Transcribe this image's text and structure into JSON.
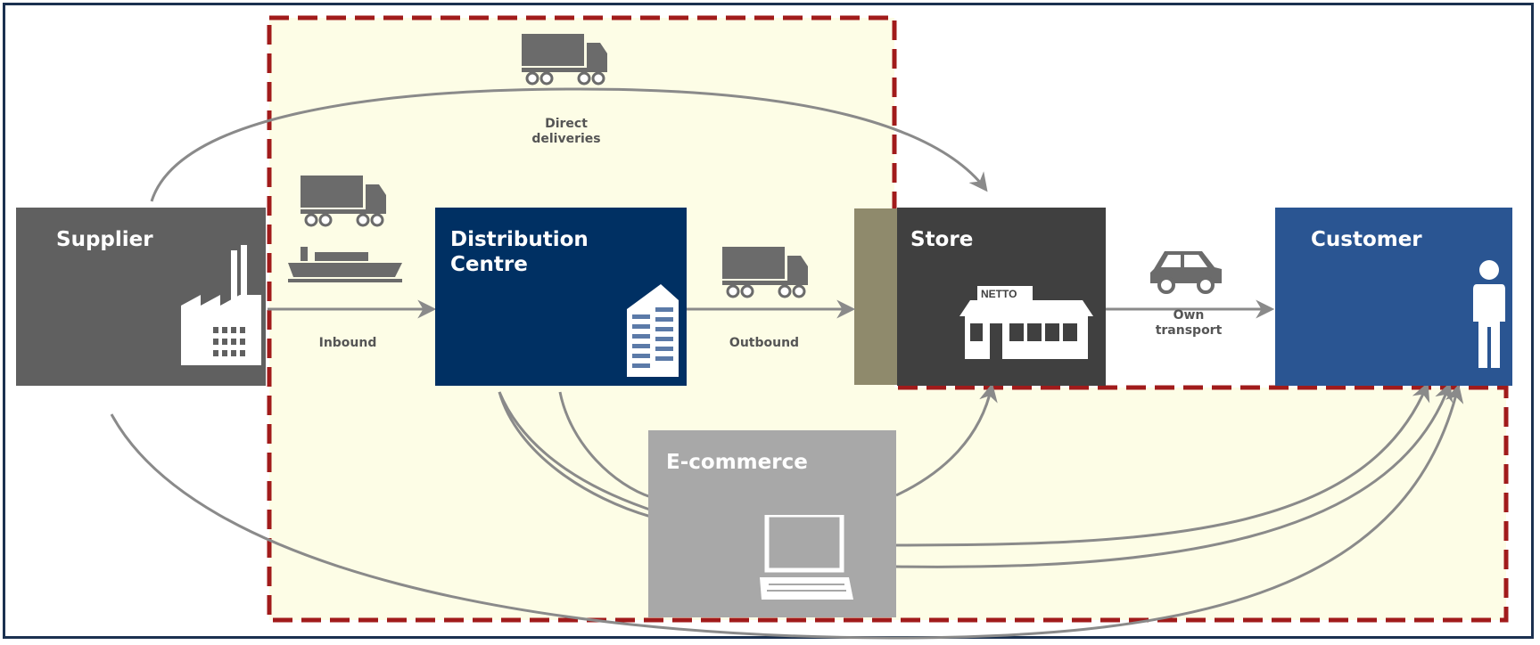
{
  "nodes": {
    "supplier": {
      "label": "Supplier"
    },
    "distribution_centre": {
      "label_line1": "Distribution",
      "label_line2": "Centre"
    },
    "store": {
      "label": "Store",
      "sign": "NETTO"
    },
    "customer": {
      "label": "Customer"
    },
    "ecommerce": {
      "label": "E-commerce"
    }
  },
  "flows": {
    "direct": {
      "line1": "Direct",
      "line2": "deliveries"
    },
    "inbound": {
      "label": "Inbound"
    },
    "outbound": {
      "label": "Outbound"
    },
    "own_transport": {
      "line1": "Own",
      "line2": "transport"
    }
  },
  "colors": {
    "supplier": "#606060",
    "distribution_centre": "#003063",
    "store": "#404040",
    "customer": "#2a5592",
    "ecommerce": "#a8a8a8",
    "boundary_fill": "#fdfde6",
    "boundary_stroke": "#a11b1b",
    "arrow": "#8a8a8a",
    "olive_band": "#8f8a6c",
    "frame": "#1b3150"
  },
  "icons": [
    "factory-icon",
    "truck-icon",
    "ship-icon",
    "office-building-icon",
    "shop-icon",
    "car-icon",
    "person-icon",
    "laptop-icon"
  ]
}
